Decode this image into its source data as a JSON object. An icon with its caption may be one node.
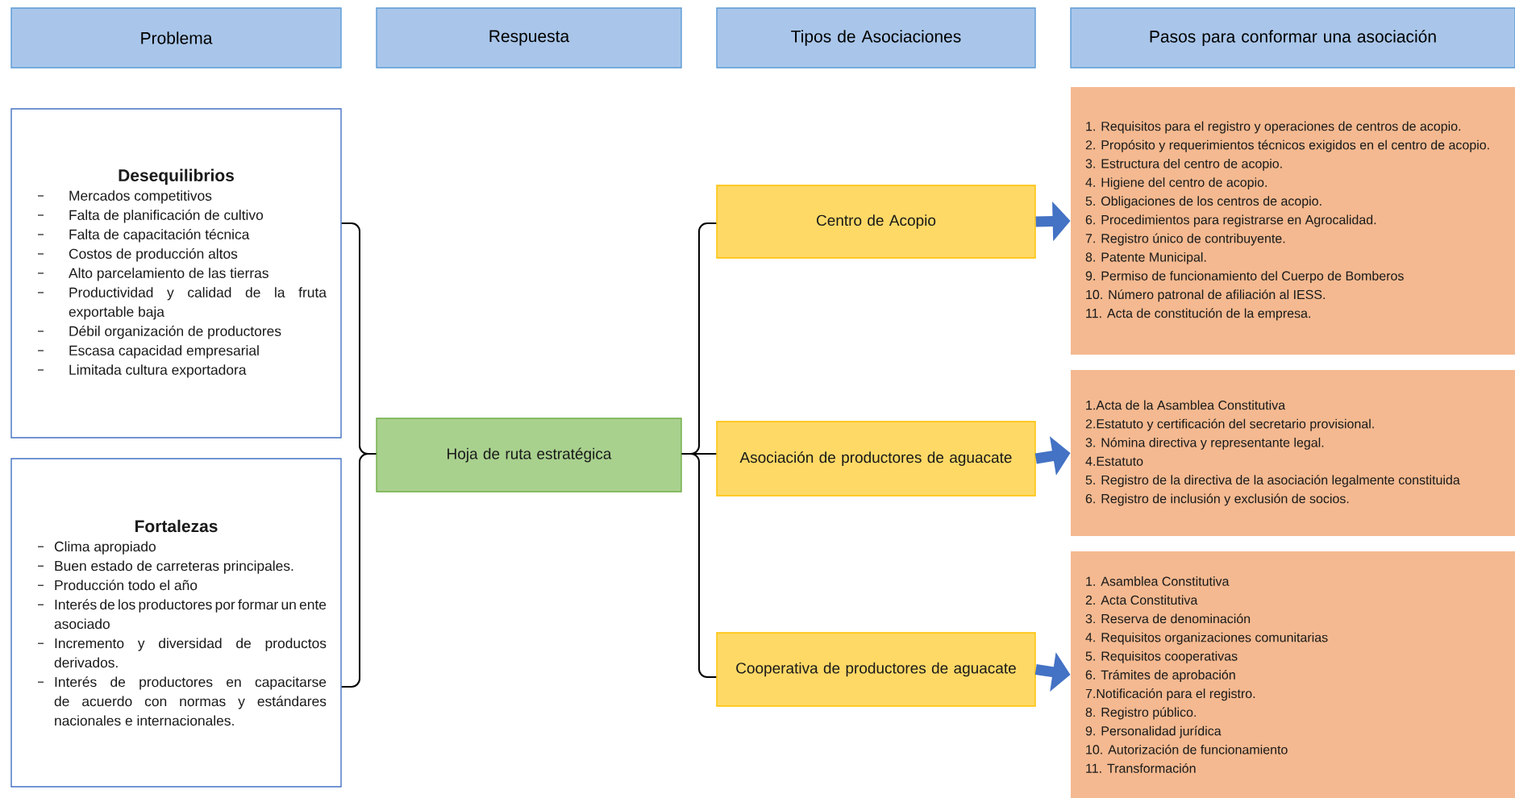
{
  "diagram": {
    "nodes": [
      {
        "text": [
          "Problema"
        ]
      },
      {
        "text": [
          "Respuesta"
        ]
      },
      {
        "text": [
          "Tipos de Asociaciones"
        ]
      },
      {
        "text": [
          "Pasos para conformar una asociación"
        ]
      },
      {
        "text": [
          "Desequilibrios",
          "Mercados competitivos",
          "Falta de planificación de cultivo",
          "Falta de capacitación técnica",
          "Costos de producción altos",
          "Alto parcelamiento de las tierras",
          "Productividad y calidad de la fruta exportable baja",
          "Débil organización de productores",
          "Escasa capacidad empresarial",
          "Limitada cultura exportadora"
        ]
      },
      {
        "text": [
          "Fortalezas",
          "Clima apropiado",
          "Buen estado de carreteras principales.",
          "Producción todo el año",
          "Interés de los productores por formar un ente asociado",
          "Incremento y diversidad de productos derivados.",
          "Interés de productores en capacitarse de acuerdo con normas y estándares nacionales e internacionales."
        ]
      },
      {
        "text": [
          "Hoja de ruta estratégica"
        ]
      },
      {
        "text": [
          "Centro de Acopio"
        ]
      },
      {
        "text": [
          "Asociación de productores de aguacate"
        ]
      },
      {
        "text": [
          "Cooperativa de productores de aguacate"
        ]
      },
      {
        "text": [
          "1. Requisitos para el registro y operaciones de centros de acopio.",
          "2. Propósito y requerimientos técnicos exigidos en el centro de acopio.",
          "3. Estructura del centro de acopio.",
          "4. Higiene del centro de acopio.",
          "5. Obligaciones de los centros de acopio.",
          "6. Procedimientos para registrarse en Agrocalidad.",
          "7. Registro único de contribuyente.",
          "8. Patente Municipal.",
          "9. Permiso de funcionamiento del Cuerpo de Bomberos",
          "10. Número patronal de afiliación al IESS.",
          "11. Acta de constitución de la empresa."
        ]
      },
      {
        "text": [
          "1.Acta de la Asamblea Constitutiva",
          "2.Estatuto y certificación del secretario provisional.",
          "3. Nómina directiva y representante legal.",
          "4.Estatuto",
          "5. Registro de la directiva de la asociación legalmente constituida",
          "6. Registro de inclusión y exclusión de socios."
        ]
      },
      {
        "text": [
          "1. Asamblea Constitutiva",
          "2. Acta Constitutiva",
          "3. Reserva de denominación",
          "4. Requisitos organizaciones comunitarias",
          "5. Requisitos cooperativas",
          "6. Trámites de aprobación",
          "7.Notificación para el registro.",
          "8. Registro público.",
          "9. Personalidad jurídica",
          "10. Autorización de funcionamiento",
          "11. Transformación"
        ]
      }
    ],
    "edges": [
      {
        "from": 4,
        "to": 6,
        "arrow": "none"
      },
      {
        "from": 5,
        "to": 6,
        "arrow": "none"
      },
      {
        "from": 6,
        "to": 7,
        "arrow": "none"
      },
      {
        "from": 6,
        "to": 8,
        "arrow": "none"
      },
      {
        "from": 6,
        "to": 9,
        "arrow": "none"
      },
      {
        "from": 7,
        "to": 10,
        "arrow": "to",
        "style": "thick",
        "color": "#4472c4"
      },
      {
        "from": 8,
        "to": 11,
        "arrow": "to",
        "style": "thick",
        "color": "#4472c4"
      },
      {
        "from": 9,
        "to": 12,
        "arrow": "to",
        "style": "thick",
        "color": "#4472c4"
      }
    ]
  }
}
